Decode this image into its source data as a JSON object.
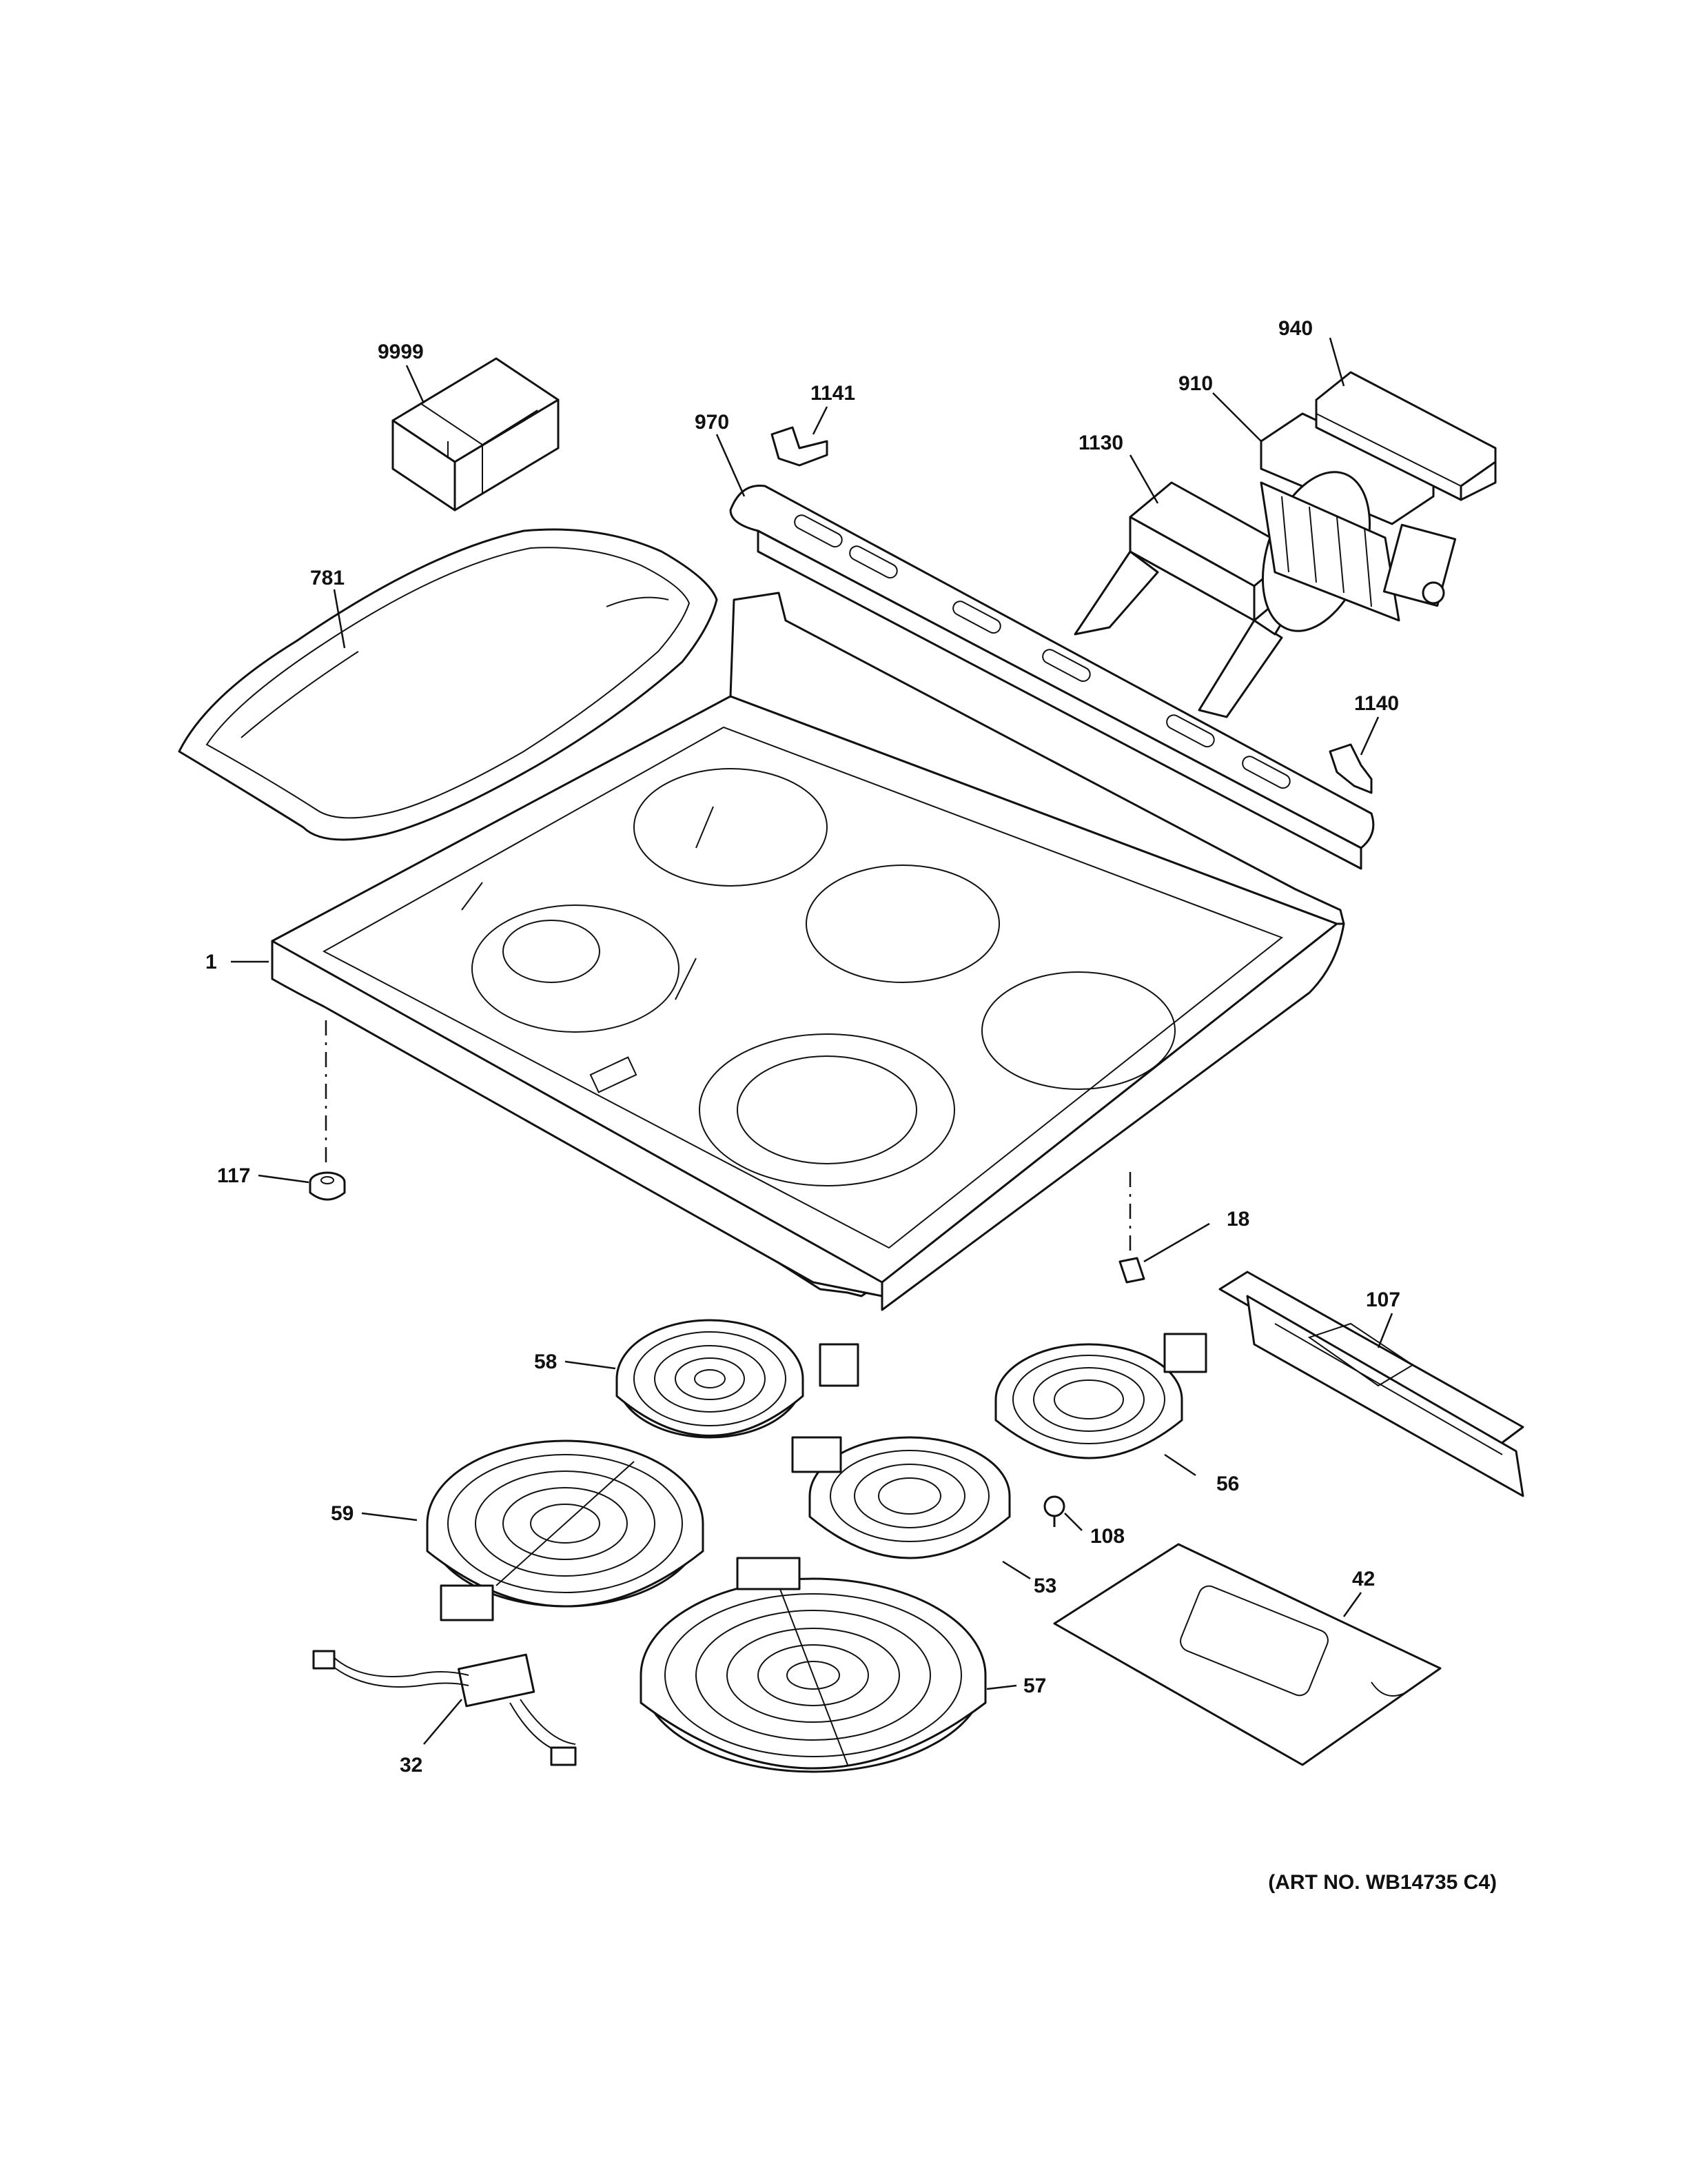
{
  "diagram": {
    "art_number": "(ART NO. WB14735 C4)",
    "callouts": [
      {
        "id": "c9999",
        "label": "9999"
      },
      {
        "id": "c1141",
        "label": "1141"
      },
      {
        "id": "c970",
        "label": "970"
      },
      {
        "id": "c940",
        "label": "940"
      },
      {
        "id": "c910",
        "label": "910"
      },
      {
        "id": "c1130",
        "label": "1130"
      },
      {
        "id": "c781",
        "label": "781"
      },
      {
        "id": "c1140",
        "label": "1140"
      },
      {
        "id": "c1",
        "label": "1"
      },
      {
        "id": "c117",
        "label": "117"
      },
      {
        "id": "c18",
        "label": "18"
      },
      {
        "id": "c107",
        "label": "107"
      },
      {
        "id": "c58",
        "label": "58"
      },
      {
        "id": "c56",
        "label": "56"
      },
      {
        "id": "c59",
        "label": "59"
      },
      {
        "id": "c108",
        "label": "108"
      },
      {
        "id": "c53",
        "label": "53"
      },
      {
        "id": "c42",
        "label": "42"
      },
      {
        "id": "c57",
        "label": "57"
      },
      {
        "id": "c32",
        "label": "32"
      }
    ]
  }
}
